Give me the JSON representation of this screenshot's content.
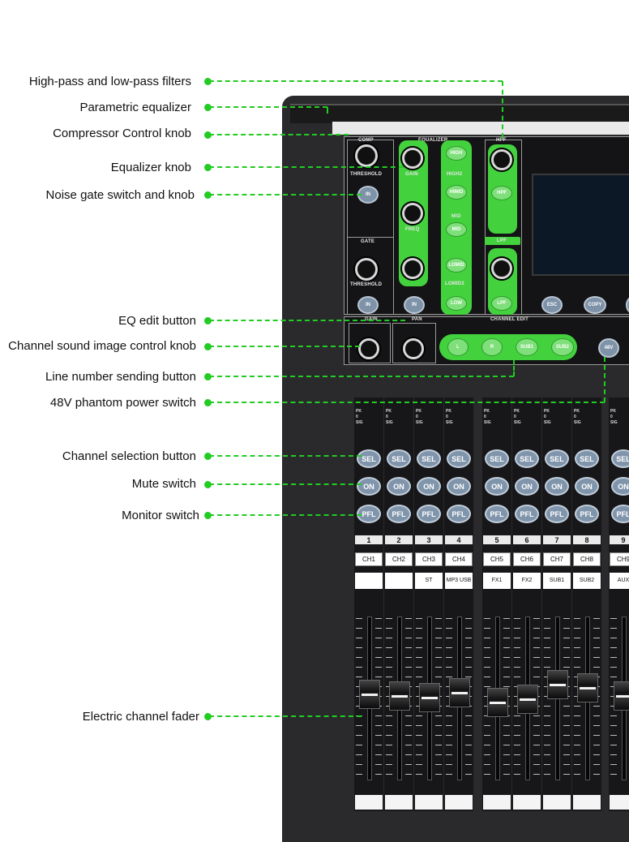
{
  "callouts": [
    {
      "id": "hpf-lpf",
      "text": "High-pass and low-pass filters"
    },
    {
      "id": "peq",
      "text": "Parametric equalizer"
    },
    {
      "id": "comp",
      "text": "Compressor Control knob"
    },
    {
      "id": "eqknob",
      "text": "Equalizer knob"
    },
    {
      "id": "gate",
      "text": "Noise gate switch and knob"
    },
    {
      "id": "eqedit",
      "text": "EQ edit button"
    },
    {
      "id": "pan",
      "text": "Channel sound image control knob"
    },
    {
      "id": "send",
      "text": "Line number sending button"
    },
    {
      "id": "phantom",
      "text": "48V phantom power switch"
    },
    {
      "id": "sel",
      "text": "Channel selection button"
    },
    {
      "id": "mute",
      "text": "Mute switch"
    },
    {
      "id": "monitor",
      "text": "Monitor switch"
    },
    {
      "id": "fader",
      "text": "Electric channel fader"
    }
  ],
  "panel_labels": {
    "comp": "COMP",
    "threshold": "THRESHOLD",
    "in": "IN",
    "gate": "GATE",
    "gate_threshold": "THRESHOLD",
    "equalizer": "EQUALIZER",
    "gain": "GAIN",
    "freq": "FREQ",
    "high": "HIGH",
    "high2": "HIGH2",
    "himid": "HIMID",
    "mid": "MID",
    "mid_btn": "MID",
    "lomid": "LOMID",
    "lomid2": "LOMID2",
    "low": "LOW",
    "hpf_title": "HPF",
    "hpf": "HPF",
    "lpf_title": "LPF",
    "lpf": "LPF",
    "gain_label": "GAIN",
    "pan_label": "PAN",
    "channel_edit": "CHANNEL EDIT",
    "esc": "ESC",
    "copy": "COPY",
    "l": "L",
    "r": "R",
    "sub1": "SUB1",
    "sub2": "SUB2",
    "v48": "48V"
  },
  "meter_labels": [
    "PK",
    "0",
    "SIG"
  ],
  "channel_buttons": {
    "sel": "SEL",
    "on": "ON",
    "pfl": "PFL"
  },
  "channels": [
    {
      "num": "1",
      "name": "CH1",
      "assign": ""
    },
    {
      "num": "2",
      "name": "CH2",
      "assign": ""
    },
    {
      "num": "3",
      "name": "CH3",
      "assign": "ST"
    },
    {
      "num": "4",
      "name": "CH4",
      "assign": "MP3 USB"
    },
    {
      "num": "5",
      "name": "CH5",
      "assign": "FX1"
    },
    {
      "num": "6",
      "name": "CH6",
      "assign": "FX2"
    },
    {
      "num": "7",
      "name": "CH7",
      "assign": "SUB1"
    },
    {
      "num": "8",
      "name": "CH8",
      "assign": "SUB2"
    },
    {
      "num": "9",
      "name": "CH9",
      "assign": "AUX"
    }
  ],
  "colors": {
    "accent": "#22cc22",
    "highlight": "#43d13e",
    "button": "#8095ab"
  }
}
